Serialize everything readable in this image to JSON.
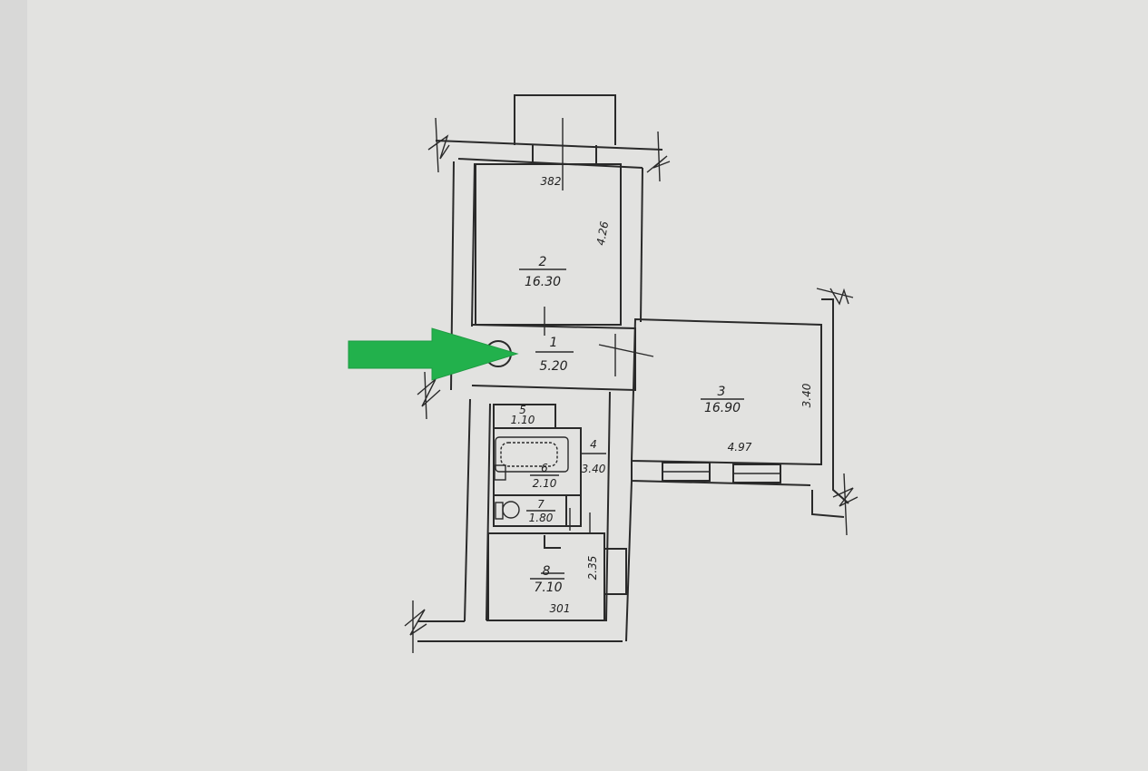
{
  "plan": {
    "rooms": [
      {
        "number": "2",
        "area": "16.30"
      },
      {
        "number": "1",
        "area": "5.20"
      },
      {
        "number": "3",
        "area": "16.90"
      },
      {
        "number": "4",
        "area": "3.40"
      },
      {
        "number": "5",
        "area": "1.10"
      },
      {
        "number": "6",
        "area": "2.10"
      },
      {
        "number": "7",
        "area": "1.80"
      },
      {
        "number": "8",
        "area": "7.10"
      }
    ],
    "dimensions": {
      "room2_width": "382",
      "room2_depth": "4.26",
      "room3_depth": "3.40",
      "room3_width": "4.97",
      "room8_width": "301",
      "room8_depth": "2.35"
    }
  },
  "marker": {
    "color": "#22b14c",
    "direction": "right"
  }
}
